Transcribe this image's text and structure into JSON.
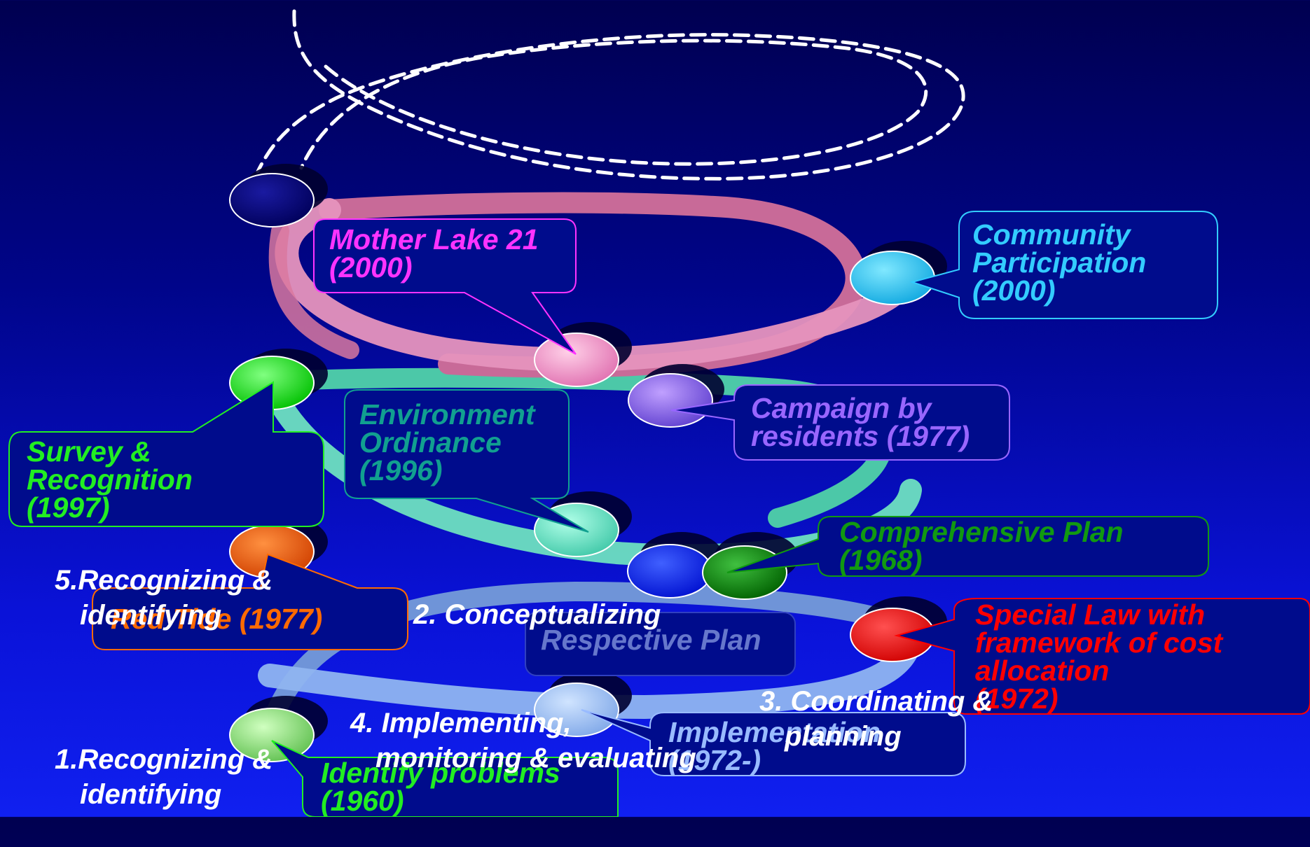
{
  "colors": {
    "background_top": "#000050",
    "background_bottom": "#1020f0",
    "ring_top": "#d87fa8",
    "ring_middle": "#5fd6b4",
    "ring_bottom": "#7fa6e6",
    "callout_fill": "#000c8c"
  },
  "stage_labels": {
    "s1": {
      "line1": "1.Recognizing &",
      "line2": "identifying"
    },
    "s2": {
      "text": "2. Conceptualizing"
    },
    "s3": {
      "line1": "3. Coordinating &",
      "line2": "planning"
    },
    "s4": {
      "line1": "4. Implementing,",
      "line2": "monitoring & evaluating"
    },
    "s5": {
      "line1": "5.Recognizing &",
      "line2": "identifying"
    }
  },
  "events": {
    "mother_lake": {
      "text": "Mother Lake 21\n(2000)",
      "color": "#ff33ff"
    },
    "community": {
      "text": "Community\nParticipation\n(2000)",
      "color": "#33ccff"
    },
    "survey": {
      "text": "Survey &\nRecognition\n(1997)",
      "color": "#22ee22"
    },
    "env_ordinance": {
      "text": "Environment\nOrdinance\n(1996)",
      "color": "#11a090"
    },
    "campaign": {
      "text": "Campaign by\nresidents (1977)",
      "color": "#9966ff"
    },
    "comprehensive": {
      "text": "Comprehensive Plan\n(1968)",
      "color": "#119911"
    },
    "red_tide": {
      "text": "Red Tide (1977)",
      "color": "#ff6a00"
    },
    "respective": {
      "text": "Respective Plan",
      "color": "#6677cc"
    },
    "special_law": {
      "text": "Special Law with\nframework of cost\nallocation\n(1972)",
      "color": "#ff0000"
    },
    "implementation": {
      "text": "Implementation\n(1972-)",
      "color": "#99bbff"
    },
    "identify": {
      "text": "Identify problems\n(1960)",
      "color": "#22ee22"
    }
  }
}
